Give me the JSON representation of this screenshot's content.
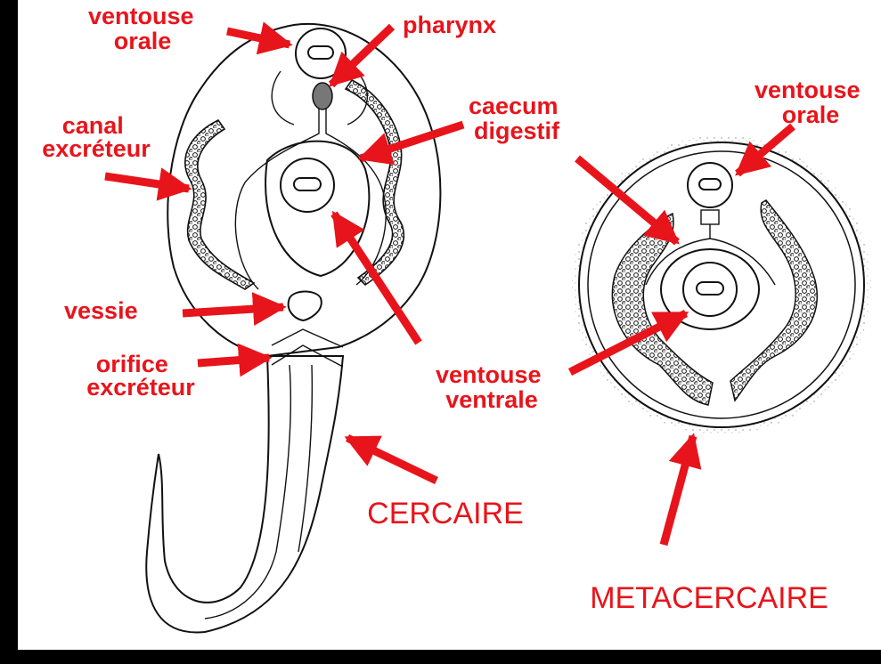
{
  "colors": {
    "label": "#e8141b",
    "ink": "#111111",
    "frame": "#000000"
  },
  "cercaire": {
    "title": "CERCAIRE",
    "labels": {
      "ventouse_orale": [
        "ventouse",
        "orale"
      ],
      "pharynx": [
        "pharynx"
      ],
      "canal_excreteur": [
        "canal",
        "excréteur"
      ],
      "caecum_digestif": [
        "caecum",
        "digestif"
      ],
      "vessie": [
        "vessie"
      ],
      "orifice_excreteur": [
        "orifice",
        "excréteur"
      ],
      "ventouse_ventrale": [
        "ventouse",
        "ventrale"
      ]
    }
  },
  "metacercaire": {
    "title": "METACERCAIRE",
    "labels": {
      "ventouse_orale": [
        "ventouse",
        "orale"
      ]
    }
  }
}
